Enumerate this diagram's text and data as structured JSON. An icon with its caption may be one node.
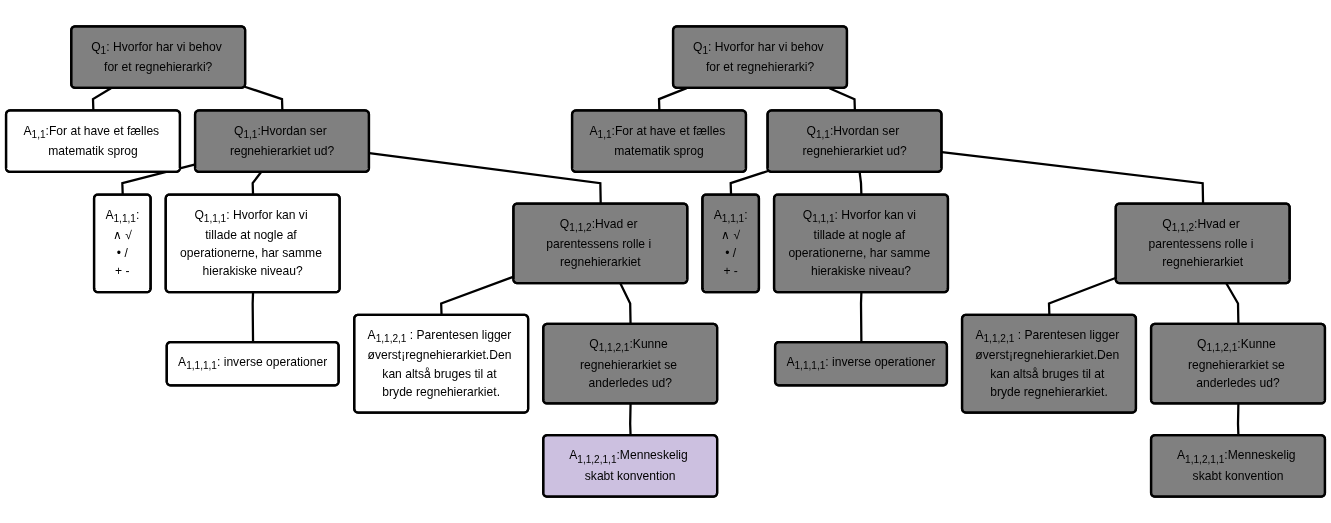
{
  "diagram": {
    "nodes": [
      {
        "text": [
          "Q$_{1}$: Hvorfor har vi behov for et regnehierarki?"
        ]
      },
      {
        "text": [
          "A$_{1,1}$:For at have et fælles matematik sprog"
        ]
      },
      {
        "text": [
          "Q$_{1,1}$:Hvordan ser regnehierarkiet ud?"
        ]
      },
      {
        "text": [
          "A$_{1,1,1}$:",
          "∧ √",
          "• /",
          "+ -"
        ]
      },
      {
        "text": [
          "Q$_{1,1,1}$: Hvorfor kan vi tillade at nogle af operationerne, har samme hierakiske niveau?"
        ]
      },
      {
        "text": [
          "Q$_{1,1,2}$:Hvad er parentessens rolle i regnehierarkiet"
        ]
      },
      {
        "text": [
          "A$_{1,1,1,1}$: inverse operationer"
        ]
      },
      {
        "text": [
          "A$_{1,1,2,1}$ : Parentesen ligger øverst¡regnehierarkiet.Den kan altså bruges til at bryde regnehierarkiet."
        ]
      },
      {
        "text": [
          "Q$_{1,1,2,1}$:Kunne regnehierarkiet se anderledes ud?"
        ]
      },
      {
        "text": [
          "A$_{1,1,2,1,1}$:Menneskelig skabt konvention"
        ]
      },
      {
        "text": [
          "Q$_{1}$: Hvorfor har vi behov for et regnehierarki?"
        ]
      },
      {
        "text": [
          "A$_{1,1}$:For at have et fælles matematik sprog"
        ]
      },
      {
        "text": [
          "Q$_{1,1}$:Hvordan ser regnehierarkiet ud?"
        ]
      },
      {
        "text": [
          "A$_{1,1,1}$:",
          "∧ √",
          "• /",
          "+ -"
        ]
      },
      {
        "text": [
          "Q$_{1,1,1}$: Hvorfor kan vi tillade at nogle af operationerne, har samme hierakiske niveau?"
        ]
      },
      {
        "text": [
          "Q$_{1,1,2}$:Hvad er parentessens rolle i regnehierarkiet"
        ]
      },
      {
        "text": [
          "A$_{1,1,1,1}$: inverse operationer"
        ]
      },
      {
        "text": [
          "A$_{1,1,2,1}$ : Parentesen ligger øverst¡regnehierarkiet.Den kan altså bruges til at bryde regnehierarkiet."
        ]
      },
      {
        "text": [
          "Q$_{1,1,2,1}$:Kunne regnehierarkiet se anderledes ud?"
        ]
      },
      {
        "text": [
          "A$_{1,1,2,1,1}$:Menneskelig skabt konvention"
        ]
      }
    ],
    "edges": [
      {
        "from": 0,
        "to": 1,
        "arrow": "none"
      },
      {
        "from": 0,
        "to": 2,
        "arrow": "none"
      },
      {
        "from": 2,
        "to": 3,
        "arrow": "none"
      },
      {
        "from": 2,
        "to": 4,
        "arrow": "none"
      },
      {
        "from": 2,
        "to": 5,
        "arrow": "none"
      },
      {
        "from": 4,
        "to": 6,
        "arrow": "none"
      },
      {
        "from": 5,
        "to": 7,
        "arrow": "none"
      },
      {
        "from": 5,
        "to": 8,
        "arrow": "none"
      },
      {
        "from": 8,
        "to": 9,
        "arrow": "none"
      },
      {
        "from": 10,
        "to": 11,
        "arrow": "none"
      },
      {
        "from": 10,
        "to": 12,
        "arrow": "none"
      },
      {
        "from": 12,
        "to": 13,
        "arrow": "none"
      },
      {
        "from": 12,
        "to": 14,
        "arrow": "none"
      },
      {
        "from": 12,
        "to": 15,
        "arrow": "none"
      },
      {
        "from": 14,
        "to": 16,
        "arrow": "none"
      },
      {
        "from": 15,
        "to": 17,
        "arrow": "none"
      },
      {
        "from": 15,
        "to": 18,
        "arrow": "none"
      },
      {
        "from": 18,
        "to": 19,
        "arrow": "none"
      }
    ]
  }
}
